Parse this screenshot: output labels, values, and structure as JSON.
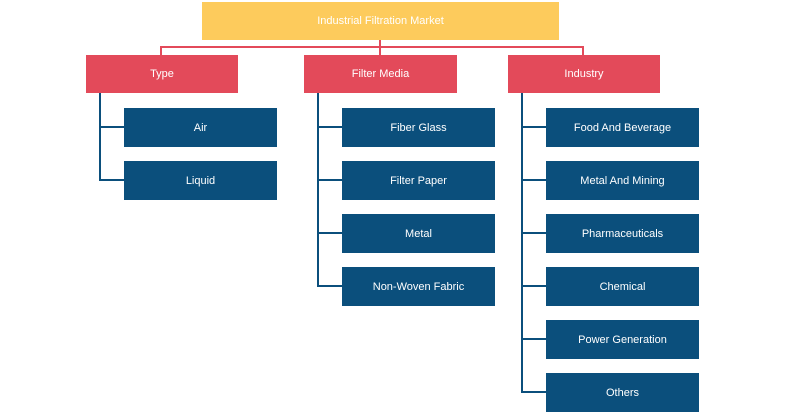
{
  "root": {
    "label": "Industrial Filtration Market"
  },
  "categories": [
    {
      "label": "Type",
      "items": [
        "Air",
        "Liquid"
      ]
    },
    {
      "label": "Filter Media",
      "items": [
        "Fiber Glass",
        "Filter Paper",
        "Metal",
        "Non-Woven Fabric"
      ]
    },
    {
      "label": "Industry",
      "items": [
        "Food And Beverage",
        "Metal And Mining",
        "Pharmaceuticals",
        "Chemical",
        "Power Generation",
        "Others"
      ]
    }
  ],
  "colors": {
    "root": "#fdcb5c",
    "category": "#e34a5a",
    "leaf": "#0b4f7c",
    "text": "#ffffff"
  }
}
